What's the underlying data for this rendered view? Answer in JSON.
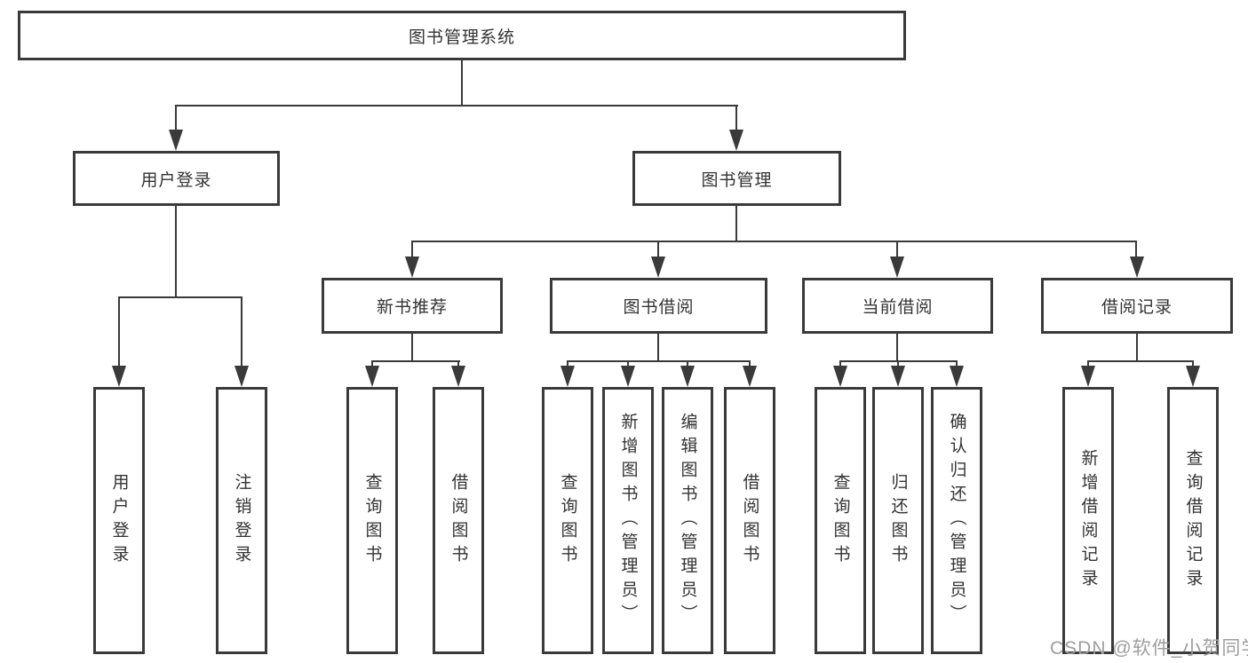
{
  "tree": {
    "label": "图书管理系统",
    "children": [
      {
        "label": "用户登录",
        "children": [
          {
            "label": "用户登录"
          },
          {
            "label": "注销登录"
          }
        ]
      },
      {
        "label": "图书管理",
        "children": [
          {
            "label": "新书推荐",
            "children": [
              {
                "label": "查询图书"
              },
              {
                "label": "借阅图书"
              }
            ]
          },
          {
            "label": "图书借阅",
            "children": [
              {
                "label": "查询图书"
              },
              {
                "label": "新增图书（管理员）"
              },
              {
                "label": "编辑图书（管理员）"
              },
              {
                "label": "借阅图书"
              }
            ]
          },
          {
            "label": "当前借阅",
            "children": [
              {
                "label": "查询图书"
              },
              {
                "label": "归还图书"
              },
              {
                "label": "确认归还（管理员）"
              }
            ]
          },
          {
            "label": "借阅记录",
            "children": [
              {
                "label": "新增借阅记录"
              },
              {
                "label": "查询借阅记录"
              }
            ]
          }
        ]
      }
    ]
  },
  "watermark": {
    "text": "CSDN @软件_小贺同学"
  },
  "colors": {
    "line": "#3a3a3a",
    "text": "#333333",
    "watermark": "#9e9e9e",
    "background": "#ffffff"
  }
}
